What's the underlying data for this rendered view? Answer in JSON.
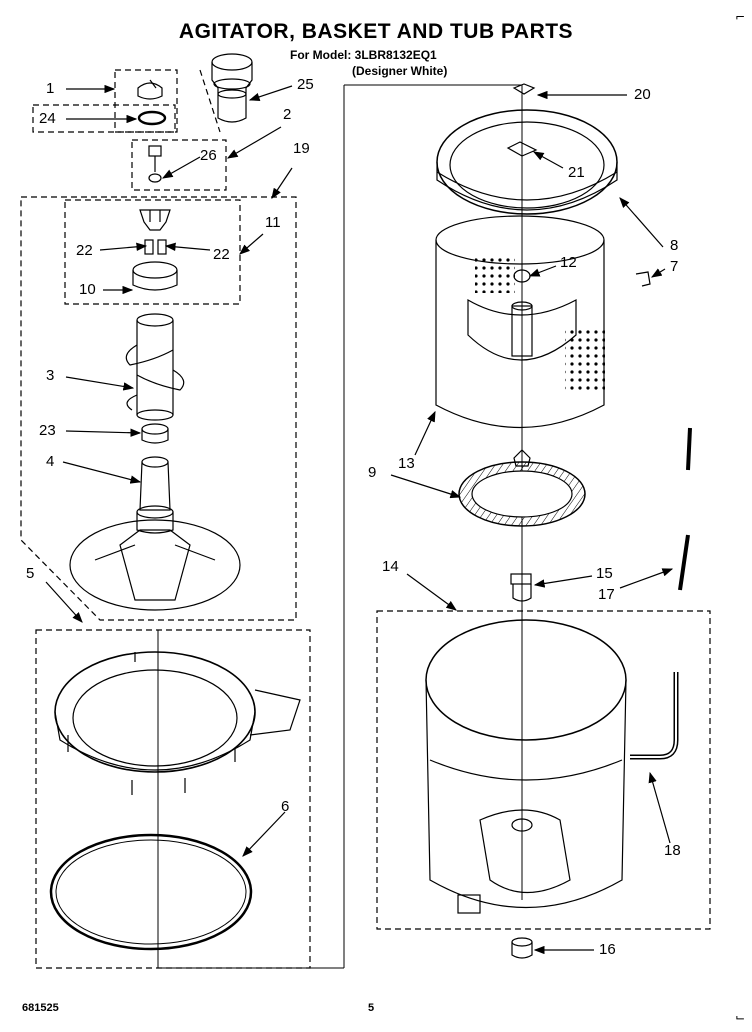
{
  "header": {
    "title": "AGITATOR, BASKET AND TUB PARTS",
    "model_line": "For Model: 3LBR8132EQ1",
    "color_line": "(Designer White)"
  },
  "footer": {
    "code": "681525",
    "page": "5"
  },
  "callouts": [
    {
      "label": "1"
    },
    {
      "label": "24"
    },
    {
      "label": "25"
    },
    {
      "label": "2"
    },
    {
      "label": "26"
    },
    {
      "label": "19"
    },
    {
      "label": "11"
    },
    {
      "label": "22"
    },
    {
      "label": "22"
    },
    {
      "label": "10"
    },
    {
      "label": "3"
    },
    {
      "label": "23"
    },
    {
      "label": "4"
    },
    {
      "label": "5"
    },
    {
      "label": "6"
    },
    {
      "label": "20"
    },
    {
      "label": "21"
    },
    {
      "label": "8"
    },
    {
      "label": "7"
    },
    {
      "label": "12"
    },
    {
      "label": "13"
    },
    {
      "label": "9"
    },
    {
      "label": "14"
    },
    {
      "label": "15"
    },
    {
      "label": "17"
    },
    {
      "label": "18"
    },
    {
      "label": "16"
    }
  ]
}
